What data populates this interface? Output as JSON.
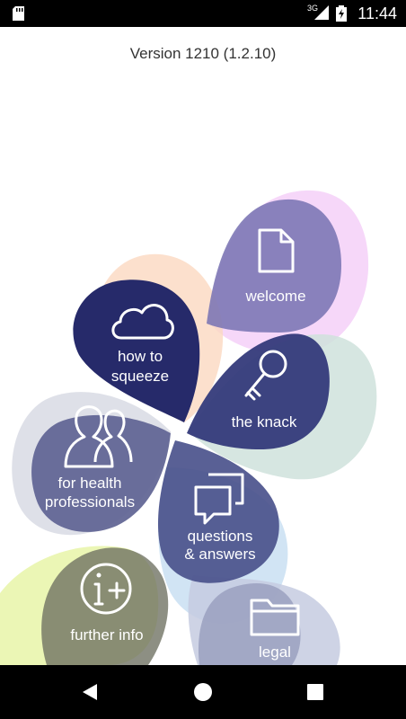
{
  "status_bar": {
    "time": "11:44",
    "network": "3G"
  },
  "version_text": "Version 1210 (1.2.10)",
  "menu": {
    "welcome": "welcome",
    "how_to_squeeze": [
      "how to",
      "squeeze"
    ],
    "the_knack": "the knack",
    "for_health_professionals": [
      "for health",
      "professionals"
    ],
    "questions_answers": [
      "questions",
      "& answers"
    ],
    "further_info": "further info",
    "legal": "legal"
  }
}
